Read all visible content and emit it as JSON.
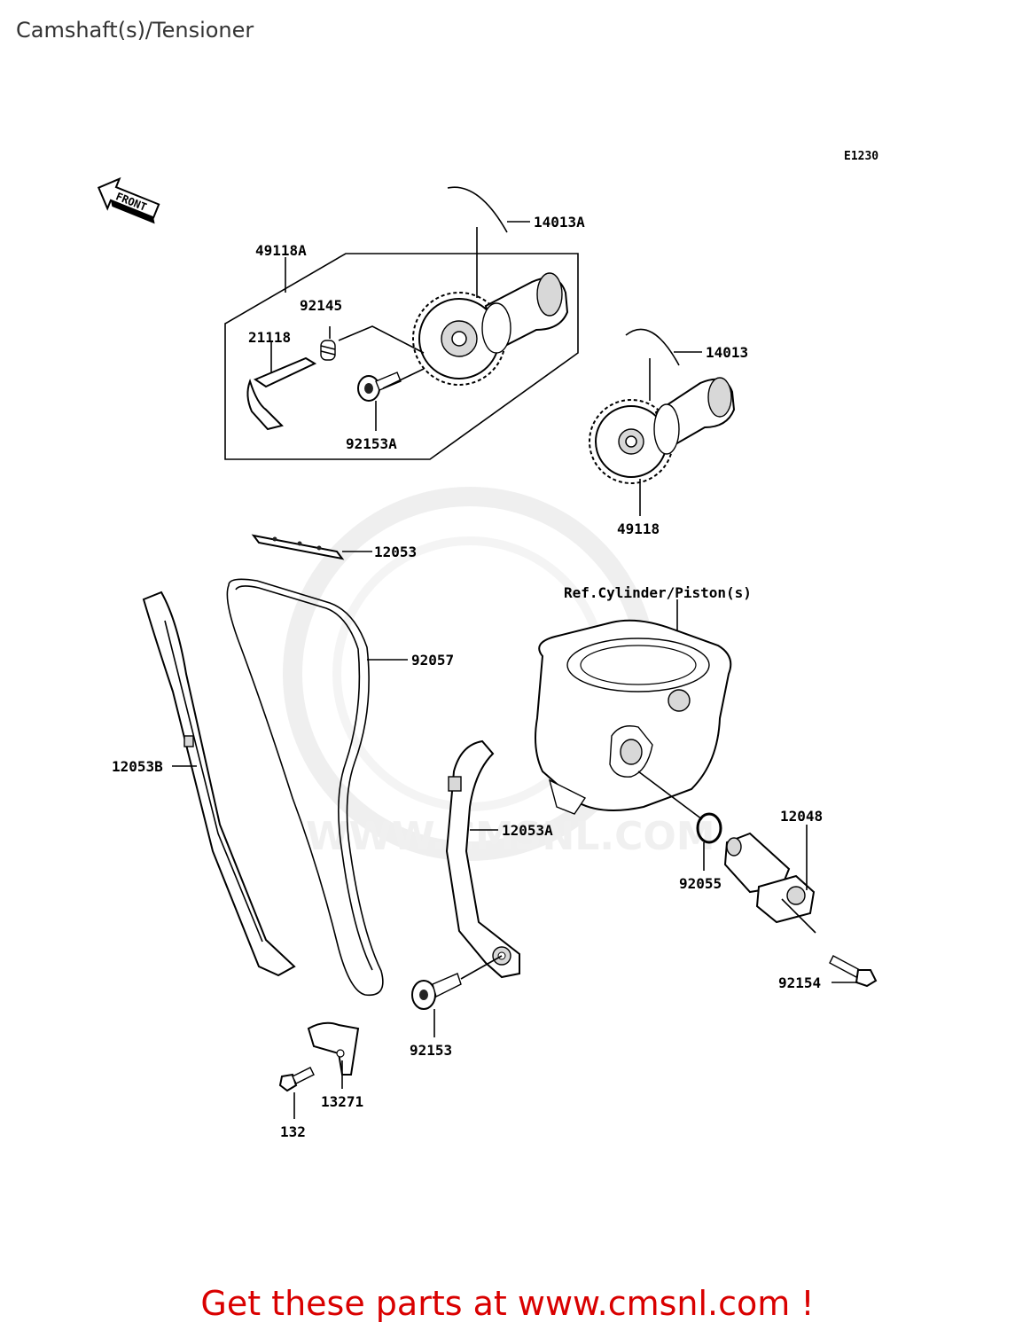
{
  "title": "Camshaft(s)/Tensioner",
  "diagram_code": "E1230",
  "front_label": "FRONT",
  "watermark": "WWW.CMSNL.COM",
  "parts": [
    {
      "id": "14013A",
      "label": "14013A"
    },
    {
      "id": "49118A",
      "label": "49118A"
    },
    {
      "id": "92145",
      "label": "92145"
    },
    {
      "id": "21118",
      "label": "21118"
    },
    {
      "id": "92153A",
      "label": "92153A"
    },
    {
      "id": "14013",
      "label": "14013"
    },
    {
      "id": "49118",
      "label": "49118"
    },
    {
      "id": "12053",
      "label": "12053"
    },
    {
      "id": "ref-cylinder",
      "label": "Ref.Cylinder/Piston(s)"
    },
    {
      "id": "92057",
      "label": "92057"
    },
    {
      "id": "12053B",
      "label": "12053B"
    },
    {
      "id": "12053A",
      "label": "12053A"
    },
    {
      "id": "12048",
      "label": "12048"
    },
    {
      "id": "92055",
      "label": "92055"
    },
    {
      "id": "92154",
      "label": "92154"
    },
    {
      "id": "92153",
      "label": "92153"
    },
    {
      "id": "13271",
      "label": "13271"
    },
    {
      "id": "132",
      "label": "132"
    }
  ],
  "footer": "Get these parts at www.cmsnl.com !",
  "colors": {
    "footer": "#d90000",
    "watermark": "#e4e4e4"
  }
}
